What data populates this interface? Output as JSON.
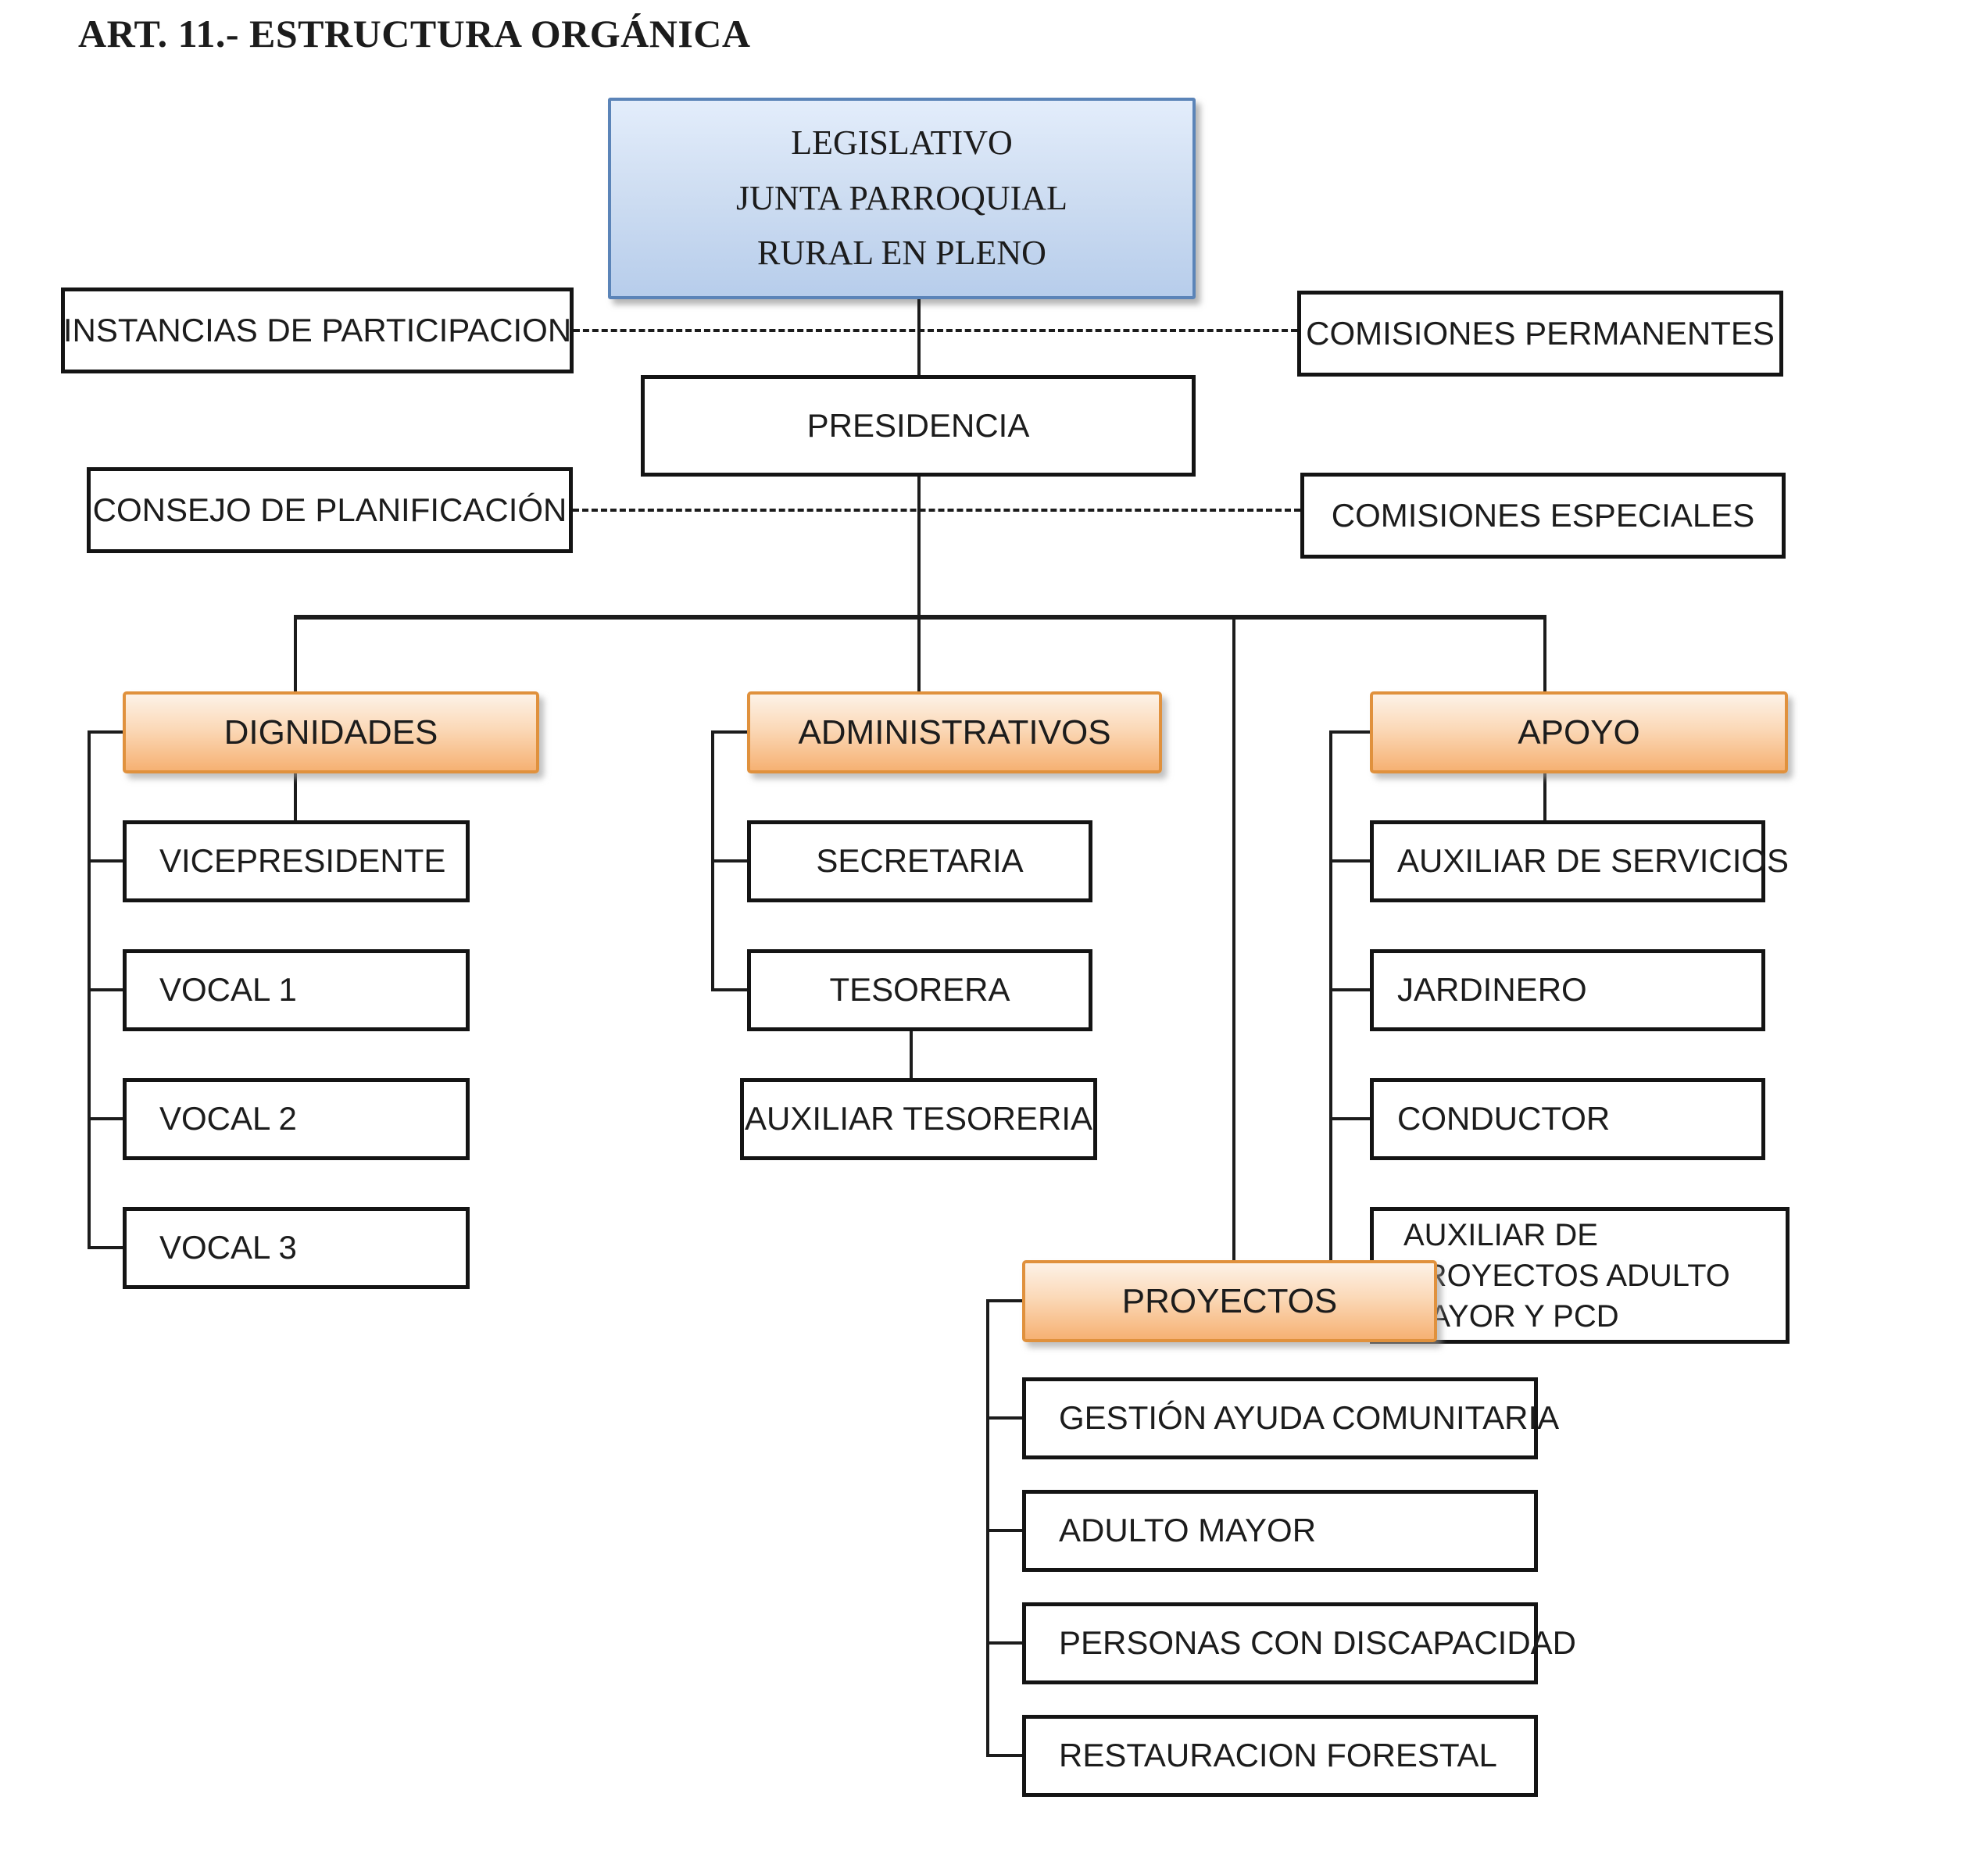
{
  "title": "ART. 11.- ESTRUCTURA ORGÁNICA",
  "root": {
    "line1": "LEGISLATIVO",
    "line2": "JUNTA PARROQUIAL",
    "line3": "RURAL EN PLENO"
  },
  "side": {
    "instancias": "INSTANCIAS DE PARTICIPACION",
    "comisiones_permanentes": "COMISIONES PERMANENTES",
    "consejo": "CONSEJO DE PLANIFICACIÓN",
    "comisiones_especiales": "COMISIONES ESPECIALES"
  },
  "presidencia": "PRESIDENCIA",
  "groups": {
    "dignidades": {
      "header": "DIGNIDADES",
      "children": [
        "VICEPRESIDENTE",
        "VOCAL 1",
        "VOCAL 2",
        "VOCAL 3"
      ]
    },
    "administrativos": {
      "header": "ADMINISTRATIVOS",
      "children": [
        "SECRETARIA",
        "TESORERA",
        "AUXILIAR TESORERIA"
      ]
    },
    "apoyo": {
      "header": "APOYO",
      "children": [
        "AUXILIAR DE SERVICIOS",
        "JARDINERO",
        "CONDUCTOR",
        "AUXILIAR DE PROYECTOS ADULTO MAYOR Y PCD"
      ]
    },
    "proyectos": {
      "header": "PROYECTOS",
      "children": [
        "GESTIÓN AYUDA COMUNITARIA",
        "ADULTO MAYOR",
        "PERSONAS CON DISCAPACIDAD",
        "RESTAURACION FORESTAL"
      ]
    }
  },
  "colors": {
    "root_fill_top": "#e3edfb",
    "root_fill_bottom": "#b7cdeb",
    "root_border": "#5b84b8",
    "header_fill_top": "#fdf2e7",
    "header_fill_bottom": "#f6b173",
    "header_border": "#e0913d",
    "line": "#1c1c1c"
  }
}
